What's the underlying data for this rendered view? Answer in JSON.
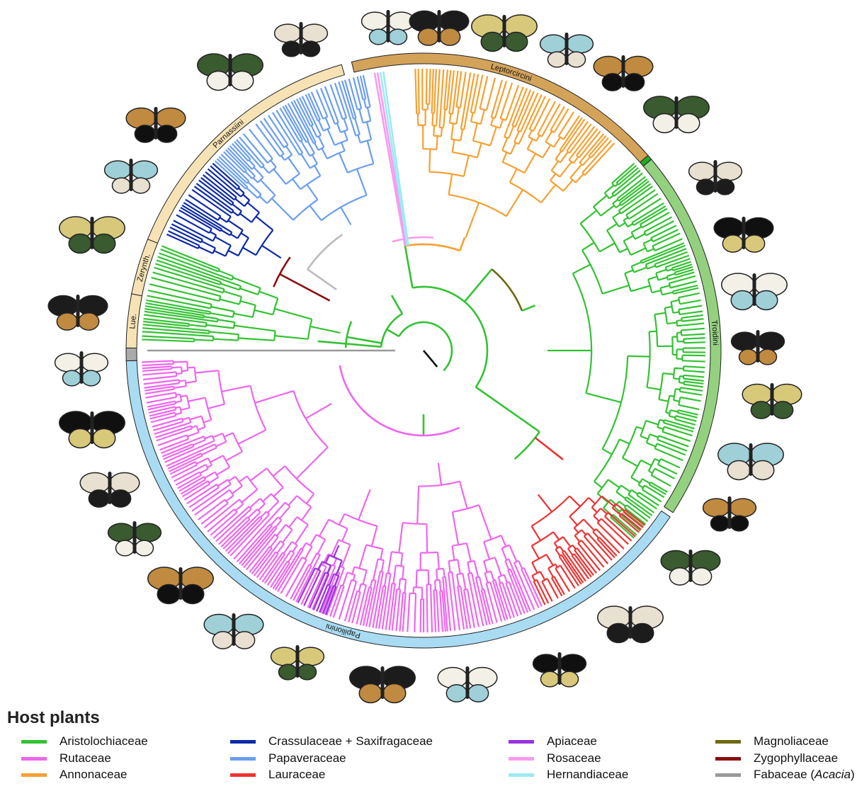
{
  "clades": [
    {
      "label": "Leptorcircini",
      "color": "#d4a35a"
    },
    {
      "label": "Troidini",
      "color": "#93d17f"
    },
    {
      "label": "Papilionini",
      "color": "#a9dcf3"
    },
    {
      "label": "Lue.",
      "color": "#f6e2b4"
    },
    {
      "label": "Zerynth.",
      "color": "#f6e2b4"
    },
    {
      "label": "Parnassiini",
      "color": "#f6e2b4"
    }
  ],
  "legend": {
    "title": "Host plants",
    "items": [
      {
        "label": "Aristolochiaceae",
        "color": "#33c233"
      },
      {
        "label": "Rutaceae",
        "color": "#ee66ee"
      },
      {
        "label": "Annonaceae",
        "color": "#f7a030"
      },
      {
        "label": "Crassulaceae + Saxifragaceae",
        "color": "#0d2aa8"
      },
      {
        "label": "Papaveraceae",
        "color": "#6a9ef0"
      },
      {
        "label": "Lauraceae",
        "color": "#ee3333"
      },
      {
        "label": "Apiaceae",
        "color": "#9a33e0"
      },
      {
        "label": "Rosaceae",
        "color": "#f79bf0"
      },
      {
        "label": "Hernandiaceae",
        "color": "#9eeaf2"
      },
      {
        "label": "Magnoliaceae",
        "color": "#6b6a10"
      },
      {
        "label": "Zygophyllaceae",
        "color": "#8b1010"
      },
      {
        "label": "Fabaceae (",
        "italic": "Acacia",
        "suffix": ")",
        "color": "#999999"
      }
    ]
  },
  "butterfly_icons": "butterfly-photo"
}
